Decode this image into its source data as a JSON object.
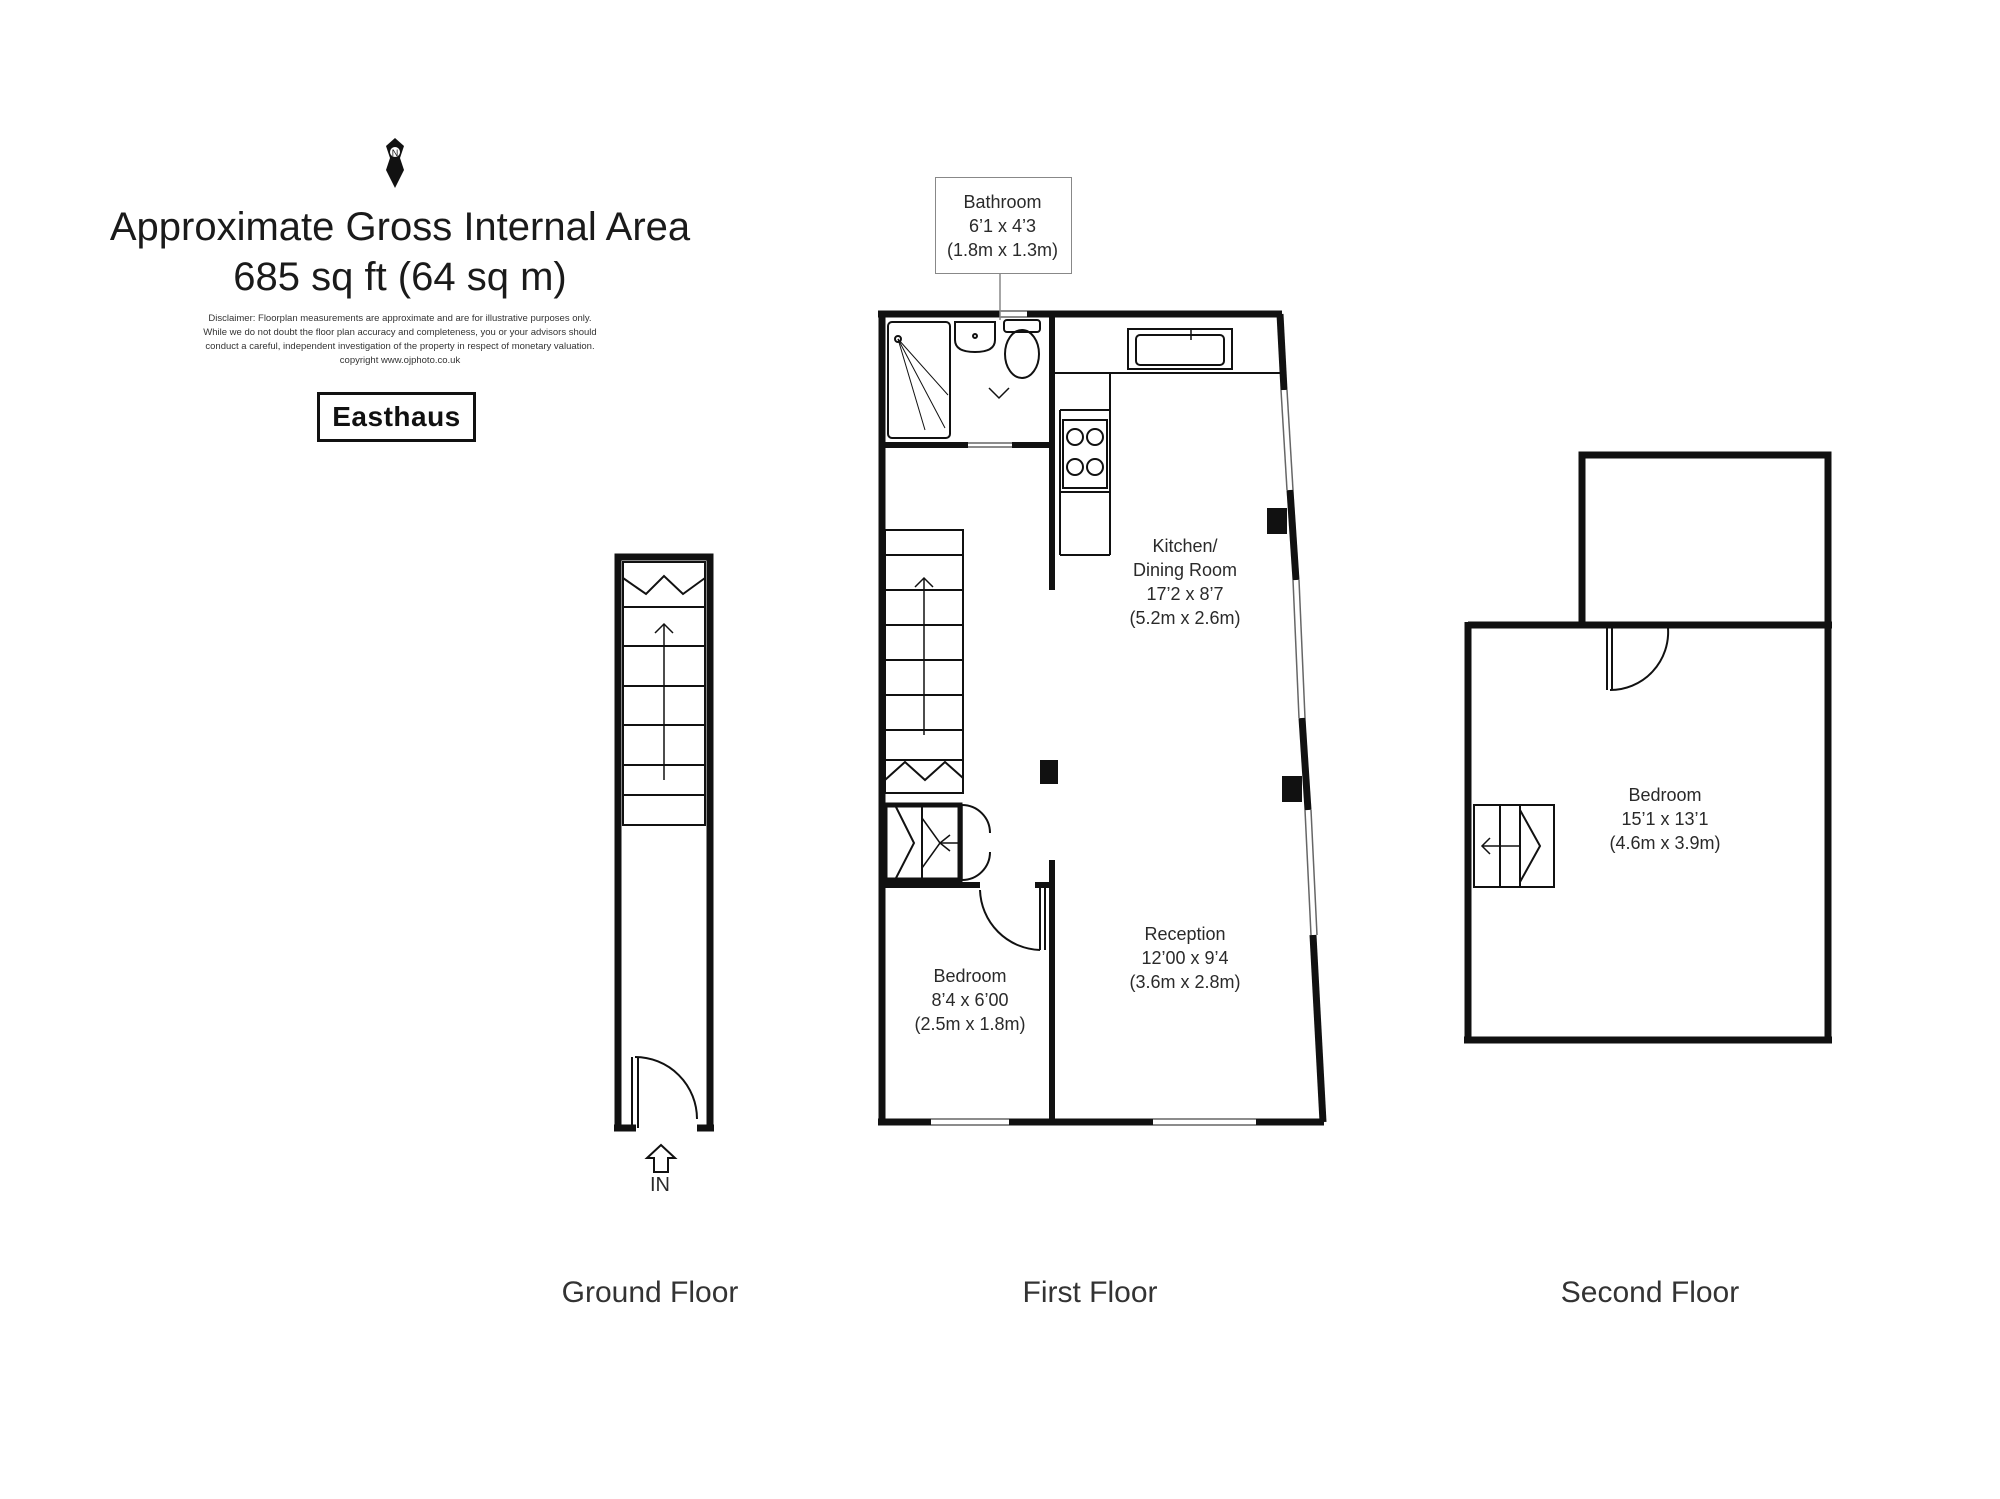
{
  "header": {
    "title_line1": "Approximate Gross Internal Area",
    "title_line2": "685 sq ft (64 sq m)",
    "disclaimer": [
      "Disclaimer: Floorplan measurements are approximate and are for illustrative purposes only.",
      "While we do not doubt the floor plan accuracy and completeness, you or your advisors should",
      "conduct a careful, independent investigation of the property in respect of monetary valuation.",
      "copyright www.ojphoto.co.uk"
    ],
    "brand": "Easthaus",
    "compass_label": "N"
  },
  "ground_floor": {
    "label": "Ground Floor",
    "entrance_label": "IN"
  },
  "first_floor": {
    "label": "First Floor",
    "bathroom": {
      "name": "Bathroom",
      "imperial": "6’1 x 4’3",
      "metric": "(1.8m x 1.3m)"
    },
    "kitchen": {
      "name_line1": "Kitchen/",
      "name_line2": "Dining Room",
      "imperial": "17’2 x 8’7",
      "metric": "(5.2m x 2.6m)"
    },
    "reception": {
      "name": "Reception",
      "imperial": "12’00 x 9’4",
      "metric": "(3.6m x 2.8m)"
    },
    "bedroom": {
      "name": "Bedroom",
      "imperial": "8’4 x 6’00",
      "metric": "(2.5m x 1.8m)"
    }
  },
  "second_floor": {
    "label": "Second Floor",
    "bedroom": {
      "name": "Bedroom",
      "imperial": "15’1 x 13’1",
      "metric": "(4.6m x 3.9m)"
    }
  }
}
